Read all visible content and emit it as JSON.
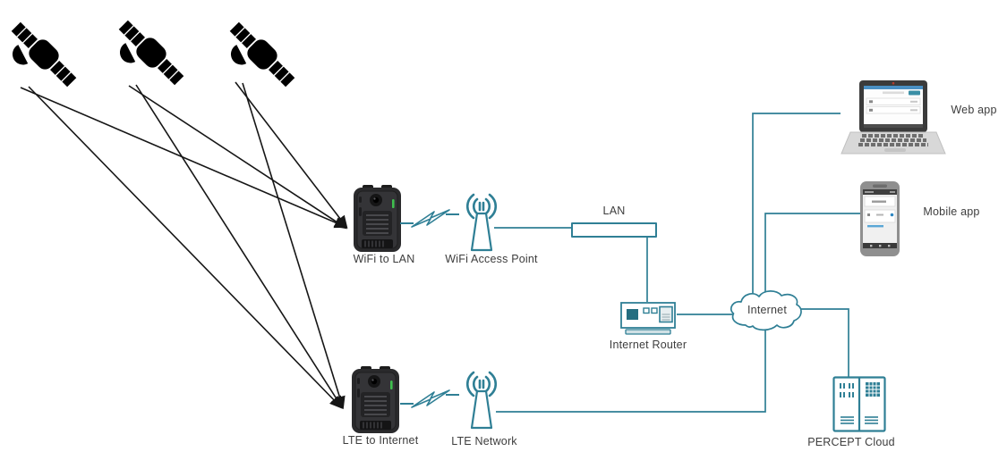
{
  "diagram": {
    "type": "network-architecture",
    "nodes": {
      "satellites": {
        "count": 3,
        "icon": "satellite-icon"
      },
      "wifi_device": {
        "label": "WiFi to LAN",
        "icon": "tracker-device-icon"
      },
      "wifi_ap": {
        "label": "WiFi Access Point",
        "icon": "antenna-icon"
      },
      "lan": {
        "label": "LAN",
        "icon": "lan-segment"
      },
      "router": {
        "label": "Internet Router",
        "icon": "router-icon"
      },
      "internet": {
        "label": "Internet",
        "icon": "cloud-icon"
      },
      "web_app": {
        "label": "Web app",
        "icon": "laptop-icon"
      },
      "mobile_app": {
        "label": "Mobile app",
        "icon": "smartphone-icon"
      },
      "percept_cloud": {
        "label": "PERCEPT Cloud",
        "icon": "server-rack-icon"
      },
      "lte_device": {
        "label": "LTE to Internet",
        "icon": "tracker-device-icon"
      },
      "lte_network": {
        "label": "LTE Network",
        "icon": "antenna-icon"
      }
    },
    "connections": [
      {
        "from": "satellite-1",
        "to": "wifi_device",
        "style": "arrow"
      },
      {
        "from": "satellite-1",
        "to": "lte_device",
        "style": "arrow"
      },
      {
        "from": "satellite-2",
        "to": "wifi_device",
        "style": "arrow"
      },
      {
        "from": "satellite-2",
        "to": "lte_device",
        "style": "arrow"
      },
      {
        "from": "satellite-3",
        "to": "wifi_device",
        "style": "arrow"
      },
      {
        "from": "satellite-3",
        "to": "lte_device",
        "style": "arrow"
      },
      {
        "from": "wifi_device",
        "to": "wifi_ap",
        "style": "wireless-link"
      },
      {
        "from": "lte_device",
        "to": "lte_network",
        "style": "wireless-link"
      },
      {
        "from": "wifi_ap",
        "to": "lan",
        "style": "line"
      },
      {
        "from": "lan",
        "to": "router",
        "style": "line"
      },
      {
        "from": "router",
        "to": "internet",
        "style": "line"
      },
      {
        "from": "lte_network",
        "to": "internet",
        "style": "line"
      },
      {
        "from": "internet",
        "to": "web_app",
        "style": "line"
      },
      {
        "from": "internet",
        "to": "mobile_app",
        "style": "line"
      },
      {
        "from": "internet",
        "to": "percept_cloud",
        "style": "line"
      }
    ],
    "colors": {
      "connector_teal": "#2f7f95",
      "satellite_link_black": "#161616",
      "label_text": "#3d3d3d",
      "device_led_green": "#3fbf4e",
      "router_fill": "#256e80"
    }
  }
}
